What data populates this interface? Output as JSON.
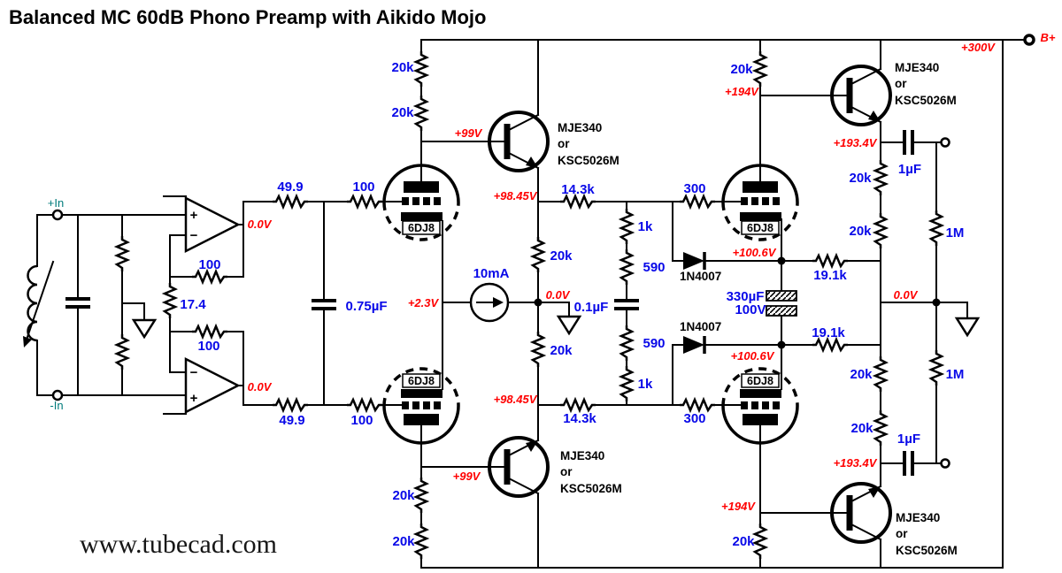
{
  "title": "Balanced MC 60dB Phono Preamp with Aikido Mojo",
  "watermark": "www.tubecad.com",
  "colors": {
    "value_blue": "#0808e8",
    "voltage_red": "#ff0000",
    "terminal_teal": "#007b7b",
    "ink": "#000000"
  },
  "terminals": {
    "in_pos": "+In",
    "in_neg": "-In",
    "b_plus": "B+",
    "supply": "+300V"
  },
  "opamps": {
    "plus": "+",
    "minus": "−",
    "fb_top": "100",
    "fb_bot": "100",
    "gain": "17.4",
    "v_top": "0.0V",
    "v_bot": "0.0V"
  },
  "coupling": {
    "r_top": "49.9",
    "r_bot": "49.9",
    "grid_top": "100",
    "grid_bot": "100",
    "cap": "0.75µF"
  },
  "front_tubes": {
    "top": "6DJ8",
    "bot": "6DJ8",
    "cathode_v": "+2.3V",
    "source": "10mA",
    "node_v": "0.0V"
  },
  "left_rail": {
    "r1": "20k",
    "r2": "20k",
    "r3": "20k",
    "r4": "20k",
    "v_top": "+99V",
    "v_bot": "+99V"
  },
  "center_rail": {
    "r1": "20k",
    "r2": "20k",
    "v_top": "+98.45V",
    "v_bot": "+98.45V",
    "rload_top": "14.3k",
    "rload_bot": "14.3k"
  },
  "divider": {
    "r1": "1k",
    "r2": "590",
    "cap": "0.1µF",
    "r3": "590",
    "r4": "1k"
  },
  "aikido": {
    "grid_top": "300",
    "grid_bot": "300",
    "d_top": "1N4007",
    "d_bot": "1N4007",
    "cap": "330µF",
    "cap_v": "100V",
    "v_top": "+100.6V",
    "v_bot": "+100.6V",
    "tube_top": "6DJ8",
    "tube_bot": "6DJ8",
    "fb_top": "19.1k",
    "fb_bot": "19.1k",
    "plate_v_top": "+194V",
    "plate_v_bot": "+194V",
    "r_top": "20k",
    "r_bot": "20k"
  },
  "right_rail": {
    "r1": "20k",
    "r2": "20k",
    "r3": "20k",
    "r4": "20k",
    "v_top": "+193.4V",
    "v_bot": "+193.4V",
    "node_v": "0.0V"
  },
  "output": {
    "cap_top": "1µF",
    "cap_bot": "1µF",
    "r_top": "1M",
    "r_bot": "1M"
  },
  "transistors": {
    "q1": [
      "MJE340",
      "or",
      "KSC5026M"
    ],
    "q2": [
      "MJE340",
      "or",
      "KSC5026M"
    ],
    "q3": [
      "MJE340",
      "or",
      "KSC5026M"
    ],
    "q4": [
      "MJE340",
      "or",
      "KSC5026M"
    ]
  }
}
